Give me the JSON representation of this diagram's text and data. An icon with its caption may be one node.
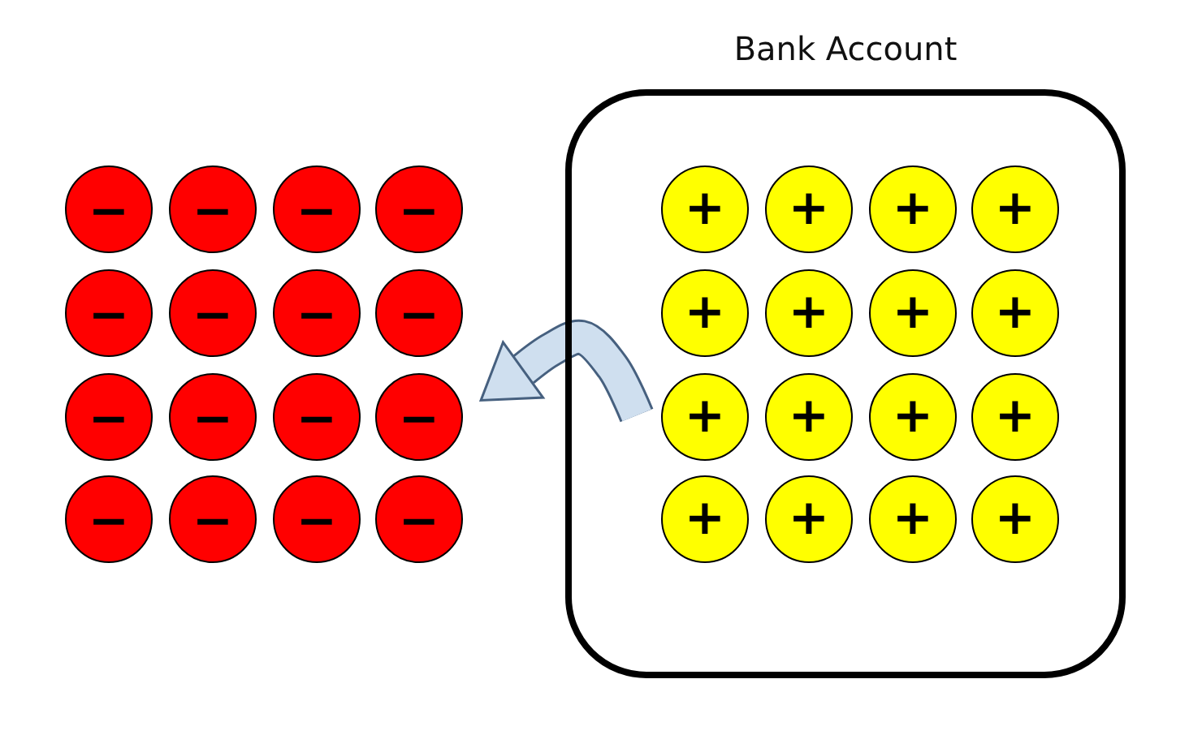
{
  "diagram": {
    "nodes": [
      {
        "text": [
          "−"
        ]
      },
      {
        "text": [
          "−"
        ]
      },
      {
        "text": [
          "−"
        ]
      },
      {
        "text": [
          "−"
        ]
      },
      {
        "text": [
          "−"
        ]
      },
      {
        "text": [
          "−"
        ]
      },
      {
        "text": [
          "−"
        ]
      },
      {
        "text": [
          "−"
        ]
      },
      {
        "text": [
          "−"
        ]
      },
      {
        "text": [
          "−"
        ]
      },
      {
        "text": [
          "−"
        ]
      },
      {
        "text": [
          "−"
        ]
      },
      {
        "text": [
          "−"
        ]
      },
      {
        "text": [
          "−"
        ]
      },
      {
        "text": [
          "−"
        ]
      },
      {
        "text": [
          "−"
        ]
      },
      {
        "text": [
          "Bank Account"
        ]
      },
      {
        "text": [
          "+"
        ],
        "in": 16
      },
      {
        "text": [
          "+"
        ],
        "in": 16
      },
      {
        "text": [
          "+"
        ],
        "in": 16
      },
      {
        "text": [
          "+"
        ],
        "in": 16
      },
      {
        "text": [
          "+"
        ],
        "in": 16
      },
      {
        "text": [
          "+"
        ],
        "in": 16
      },
      {
        "text": [
          "+"
        ],
        "in": 16
      },
      {
        "text": [
          "+"
        ],
        "in": 16
      },
      {
        "text": [
          "+"
        ],
        "in": 16
      },
      {
        "text": [
          "+"
        ],
        "in": 16
      },
      {
        "text": [
          "+"
        ],
        "in": 16
      },
      {
        "text": [
          "+"
        ],
        "in": 16
      },
      {
        "text": [
          "+"
        ],
        "in": 16
      },
      {
        "text": [
          "+"
        ],
        "in": 16
      },
      {
        "text": [
          "+"
        ],
        "in": 16
      },
      {
        "text": [
          "+"
        ],
        "in": 16
      }
    ]
  }
}
